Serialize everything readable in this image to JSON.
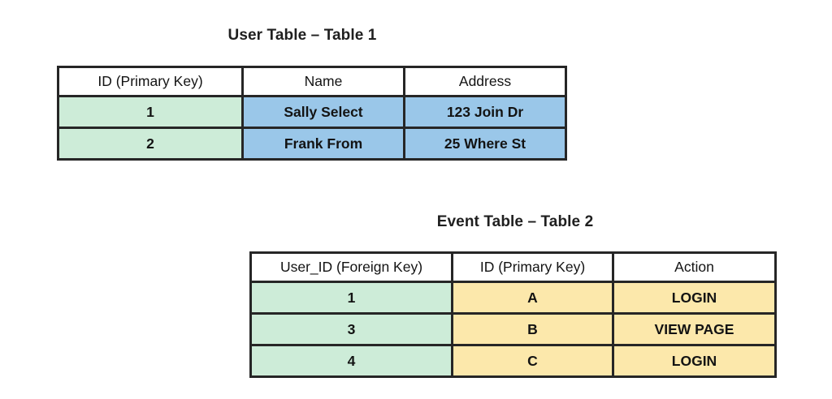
{
  "page": {
    "background_color": "#ffffff",
    "border_color": "#262626",
    "text_color": "#131313"
  },
  "palette": {
    "key_green": "#cdecd8",
    "data_blue": "#9ac7e9",
    "data_yellow": "#fce8ab",
    "header_white": "#ffffff"
  },
  "tables": [
    {
      "id": "user-table",
      "title": "User Table – Table 1",
      "columns": [
        "ID (Primary Key)",
        "Name",
        "Address"
      ],
      "rows": [
        [
          "1",
          "Sally Select",
          "123 Join Dr"
        ],
        [
          "2",
          "Frank From",
          "25 Where St"
        ]
      ]
    },
    {
      "id": "event-table",
      "title": "Event Table – Table 2",
      "columns": [
        "User_ID (Foreign Key)",
        "ID (Primary Key)",
        "Action"
      ],
      "rows": [
        [
          "1",
          "A",
          "LOGIN"
        ],
        [
          "3",
          "B",
          "VIEW PAGE"
        ],
        [
          "4",
          "C",
          "LOGIN"
        ]
      ]
    }
  ]
}
